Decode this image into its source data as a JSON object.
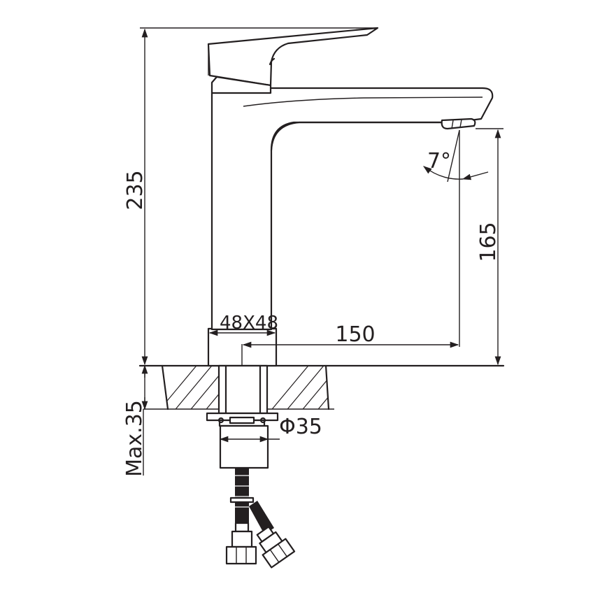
{
  "dimensions": {
    "total_height": "235",
    "spout_height": "165",
    "base_size": "48X48",
    "spout_reach": "150",
    "mount_diameter": "Φ35",
    "max_thickness": "Max.35",
    "spout_angle": "7°"
  }
}
